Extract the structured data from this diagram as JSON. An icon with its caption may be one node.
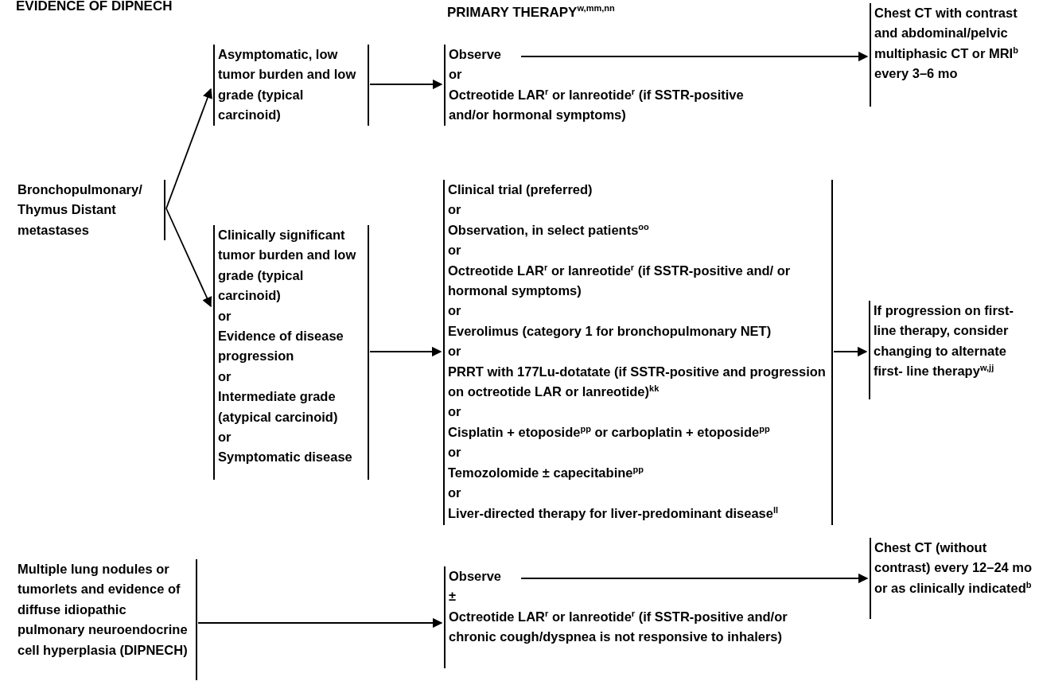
{
  "diagram": {
    "nodes": [
      {
        "text": [
          "Bronchopulmonary/ Thymus Distant metastases"
        ]
      },
      {
        "text": [
          "Asymptomatic, low tumor burden and low grade (typical carcinoid)"
        ]
      },
      {
        "text": [
          "Clinically significant tumor burden and low grade (typical carcinoid)",
          "or",
          "Evidence of disease progression",
          "or",
          "Intermediate grade (atypical carcinoid)",
          "or",
          "Symptomatic disease"
        ]
      },
      {
        "text": [
          "Observe",
          "or",
          "Octreotide LAR$^{r}$ or lanreotide$^{r}$ (if SSTR-positive and/or hormonal symptoms)"
        ]
      },
      {
        "text": [
          "Chest CT with contrast and abdominal/pelvic multiphasic CT or MRI$^{b}$ every 3–6 mo"
        ]
      },
      {
        "text": [
          "Clinical trial (preferred)",
          "or",
          "Observation, in select patients$^{oo}$",
          "or",
          "Octreotide LAR$^{r}$ or lanreotide$^{r}$ (if SSTR-positive and/ or hormonal symptoms)",
          "or",
          "Everolimus (category 1 for bronchopulmonary NET)",
          "or",
          "PRRT with 177Lu-dotatate (if SSTR-positive and progression on octreotide LAR or lanreotide)$^{kk}$",
          "or",
          "Cisplatin + etoposide$^{pp}$ or carboplatin + etoposide$^{pp}$",
          "or",
          "Temozolomide ± capecitabine$^{pp}$",
          "or",
          "Liver-directed therapy for liver-predominant disease$^{ll}$"
        ]
      },
      {
        "text": [
          "If progression on first-line therapy, consider changing to alternate first- line therapy$^{w,jj}$"
        ]
      },
      {
        "text": [
          "Multiple lung nodules or tumorlets and evidence of diffuse idiopathic pulmonary neuroendocrine cell hyperplasia (DIPNECH)"
        ]
      },
      {
        "text": [
          "Observe",
          "±",
          "Octreotide LAR$^{r}$ or lanreotide$^{r}$ (if SSTR-positive and/or chronic cough/dyspnea is not responsive to inhalers)"
        ]
      },
      {
        "text": [
          "Chest CT (without contrast) every 12–24 mo or as clinically indicated$^{b}$"
        ]
      }
    ],
    "edges": [
      {
        "from": 0,
        "to": 1,
        "arrow": "to"
      },
      {
        "from": 0,
        "to": 2,
        "arrow": "to"
      },
      {
        "from": 1,
        "to": 3,
        "arrow": "to"
      },
      {
        "from": 3,
        "to": 4,
        "arrow": "to"
      },
      {
        "from": 2,
        "to": 5,
        "arrow": "to"
      },
      {
        "from": 5,
        "to": 6,
        "arrow": "to"
      },
      {
        "from": 7,
        "to": 8,
        "arrow": "to"
      },
      {
        "from": 8,
        "to": 9,
        "arrow": "to"
      }
    ],
    "labels": [
      "EVIDENCE OF DIPNECH",
      "PRIMARY THERAPY$^{w,mm,nn}$"
    ]
  }
}
